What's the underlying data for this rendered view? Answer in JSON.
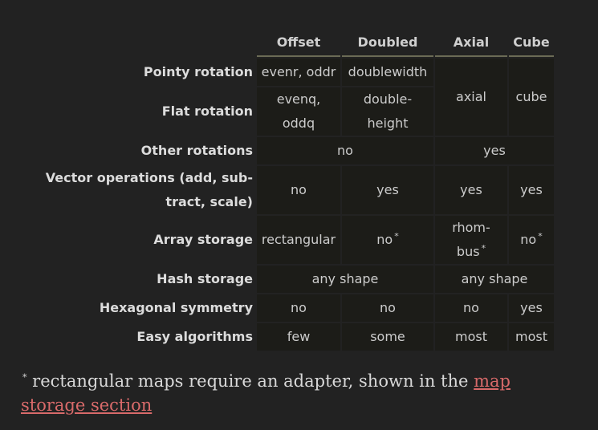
{
  "columns": [
    "Offset",
    "Doubled",
    "Axial",
    "Cube"
  ],
  "rows": {
    "pointy": "Pointy rotation",
    "flat": "Flat rotation",
    "other": "Other rotations",
    "vector_a": "Vector operations (add, sub-",
    "vector_b": "tract, scale)",
    "array": "Array storage",
    "hash": "Hash storage",
    "hex": "Hexagonal symmetry",
    "easy": "Easy algorithms"
  },
  "cells": {
    "pointy_offset": "evenr, oddr",
    "pointy_doubled": "doublewidth",
    "axial_rot": "axial",
    "cube_rot": "cube",
    "flat_offset_a": "evenq,",
    "flat_offset_b": "oddq",
    "flat_doubled_a": "double-",
    "flat_doubled_b": "height",
    "other_offset_doubled": "no",
    "other_axial_cube": "yes",
    "vector_offset": "no",
    "vector_doubled": "yes",
    "vector_axial": "yes",
    "vector_cube": "yes",
    "array_offset": "rectangular",
    "array_doubled": "no",
    "array_axial_a": "rhom-",
    "array_axial_b": "bus",
    "array_cube": "no",
    "hash_offset_doubled": "any shape",
    "hash_axial_cube": "any shape",
    "hex_offset": "no",
    "hex_doubled": "no",
    "hex_axial": "no",
    "hex_cube": "yes",
    "easy_offset": "few",
    "easy_doubled": "some",
    "easy_axial": "most",
    "easy_cube": "most"
  },
  "asterisk": "*",
  "footnote": {
    "marker": "*",
    "text": " rectangular maps require an adapter, shown in the ",
    "link_text": "map storage section"
  },
  "colors": {
    "background": "#222222",
    "cell": "#1c1c18",
    "link": "#d86a6a",
    "header_rule": "#6b6b55"
  }
}
